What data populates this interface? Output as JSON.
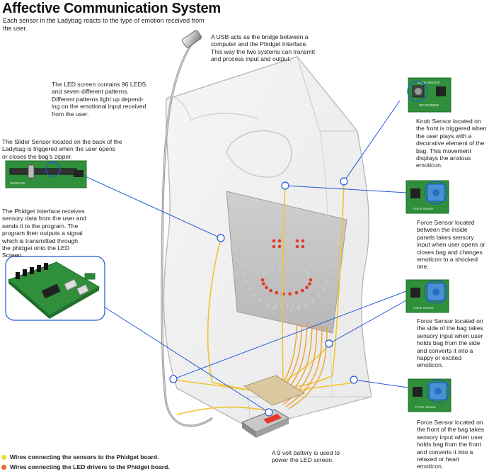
{
  "header": {
    "title": "Affective Communication System",
    "subtitle": "Each sensor in the Ladybag reacts to the type of emotion received from the user."
  },
  "annotations": {
    "usb": "A USB acts as the bridge between a computer and the Phidget Interface. This way the two systems can transmit and process input and output.",
    "led_screen": "The LED screen contains 96 LEDS and seven different patterns. Different patterns light up depend-ing on the emotional input received from the user.",
    "slider": "The Slider Sensor located on the back of the Ladybag is triggered when the user opens or closes the bag's zipper.",
    "phidget": "The Phidget Interface receives sensory data from the user and sends it to the program. The program then outputs a signal which is transmitted through the phidget onto the LED Screen.",
    "knob": "Knob Sensor located on the front is triggered when the user plays with a decorative element of the bag. This movement displays the anxious emoticon.",
    "force1": "Force Sensor located between the inside panels takes sensory input when user opens or closes bag and changes emoticon to a shocked one.",
    "force2": "Force Sensor located on the side of the bag takes sensory input when user holds bag from the side and converts it into a happy or excited emoticon.",
    "force3": "Force Sensor located on the front of the bag takes sensory input when user holds bag from the front and converts it into a relaxed or heart emoticon.",
    "battery": "A 9 volt battery is used to power the LED screen."
  },
  "board_labels": {
    "force": "Force Sensor",
    "knob": "KNOB SENSOR",
    "knob_degrees": "300 DEGREES",
    "slider": "SLIDER 60"
  },
  "legend": {
    "sensors": {
      "label": "Wires connecting the sensors to the Phidget board.",
      "color": "#f5d43a"
    },
    "leds": {
      "label": "Wires connecting the LED drivers to the Phidget board.",
      "color": "#e66a2c"
    }
  },
  "colors": {
    "callout": "#1f58d6",
    "board_green": "#2f8f3a",
    "led_red": "#e23a2a",
    "led_gray": "#c9c9c9",
    "sensor_wire": "#f0c52a",
    "led_wire": "#f0a030"
  }
}
